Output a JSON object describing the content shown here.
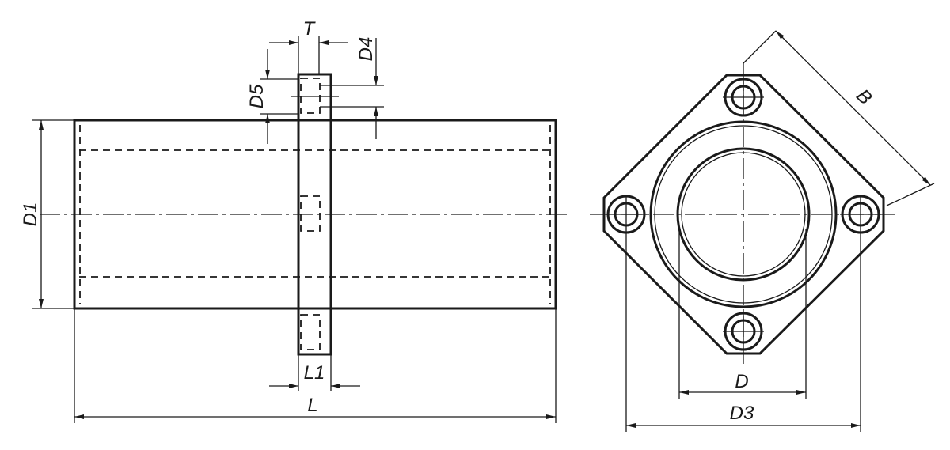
{
  "colors": {
    "line": "#1a1a1a",
    "fill": "#dcdcdc",
    "background": "#ffffff"
  },
  "side_view": {
    "labels": {
      "T": "T",
      "D4": "D4",
      "D5": "D5",
      "D1": "D1",
      "L1": "L1",
      "L": "L"
    }
  },
  "front_view": {
    "labels": {
      "B": "B",
      "D": "D",
      "D3": "D3"
    }
  }
}
